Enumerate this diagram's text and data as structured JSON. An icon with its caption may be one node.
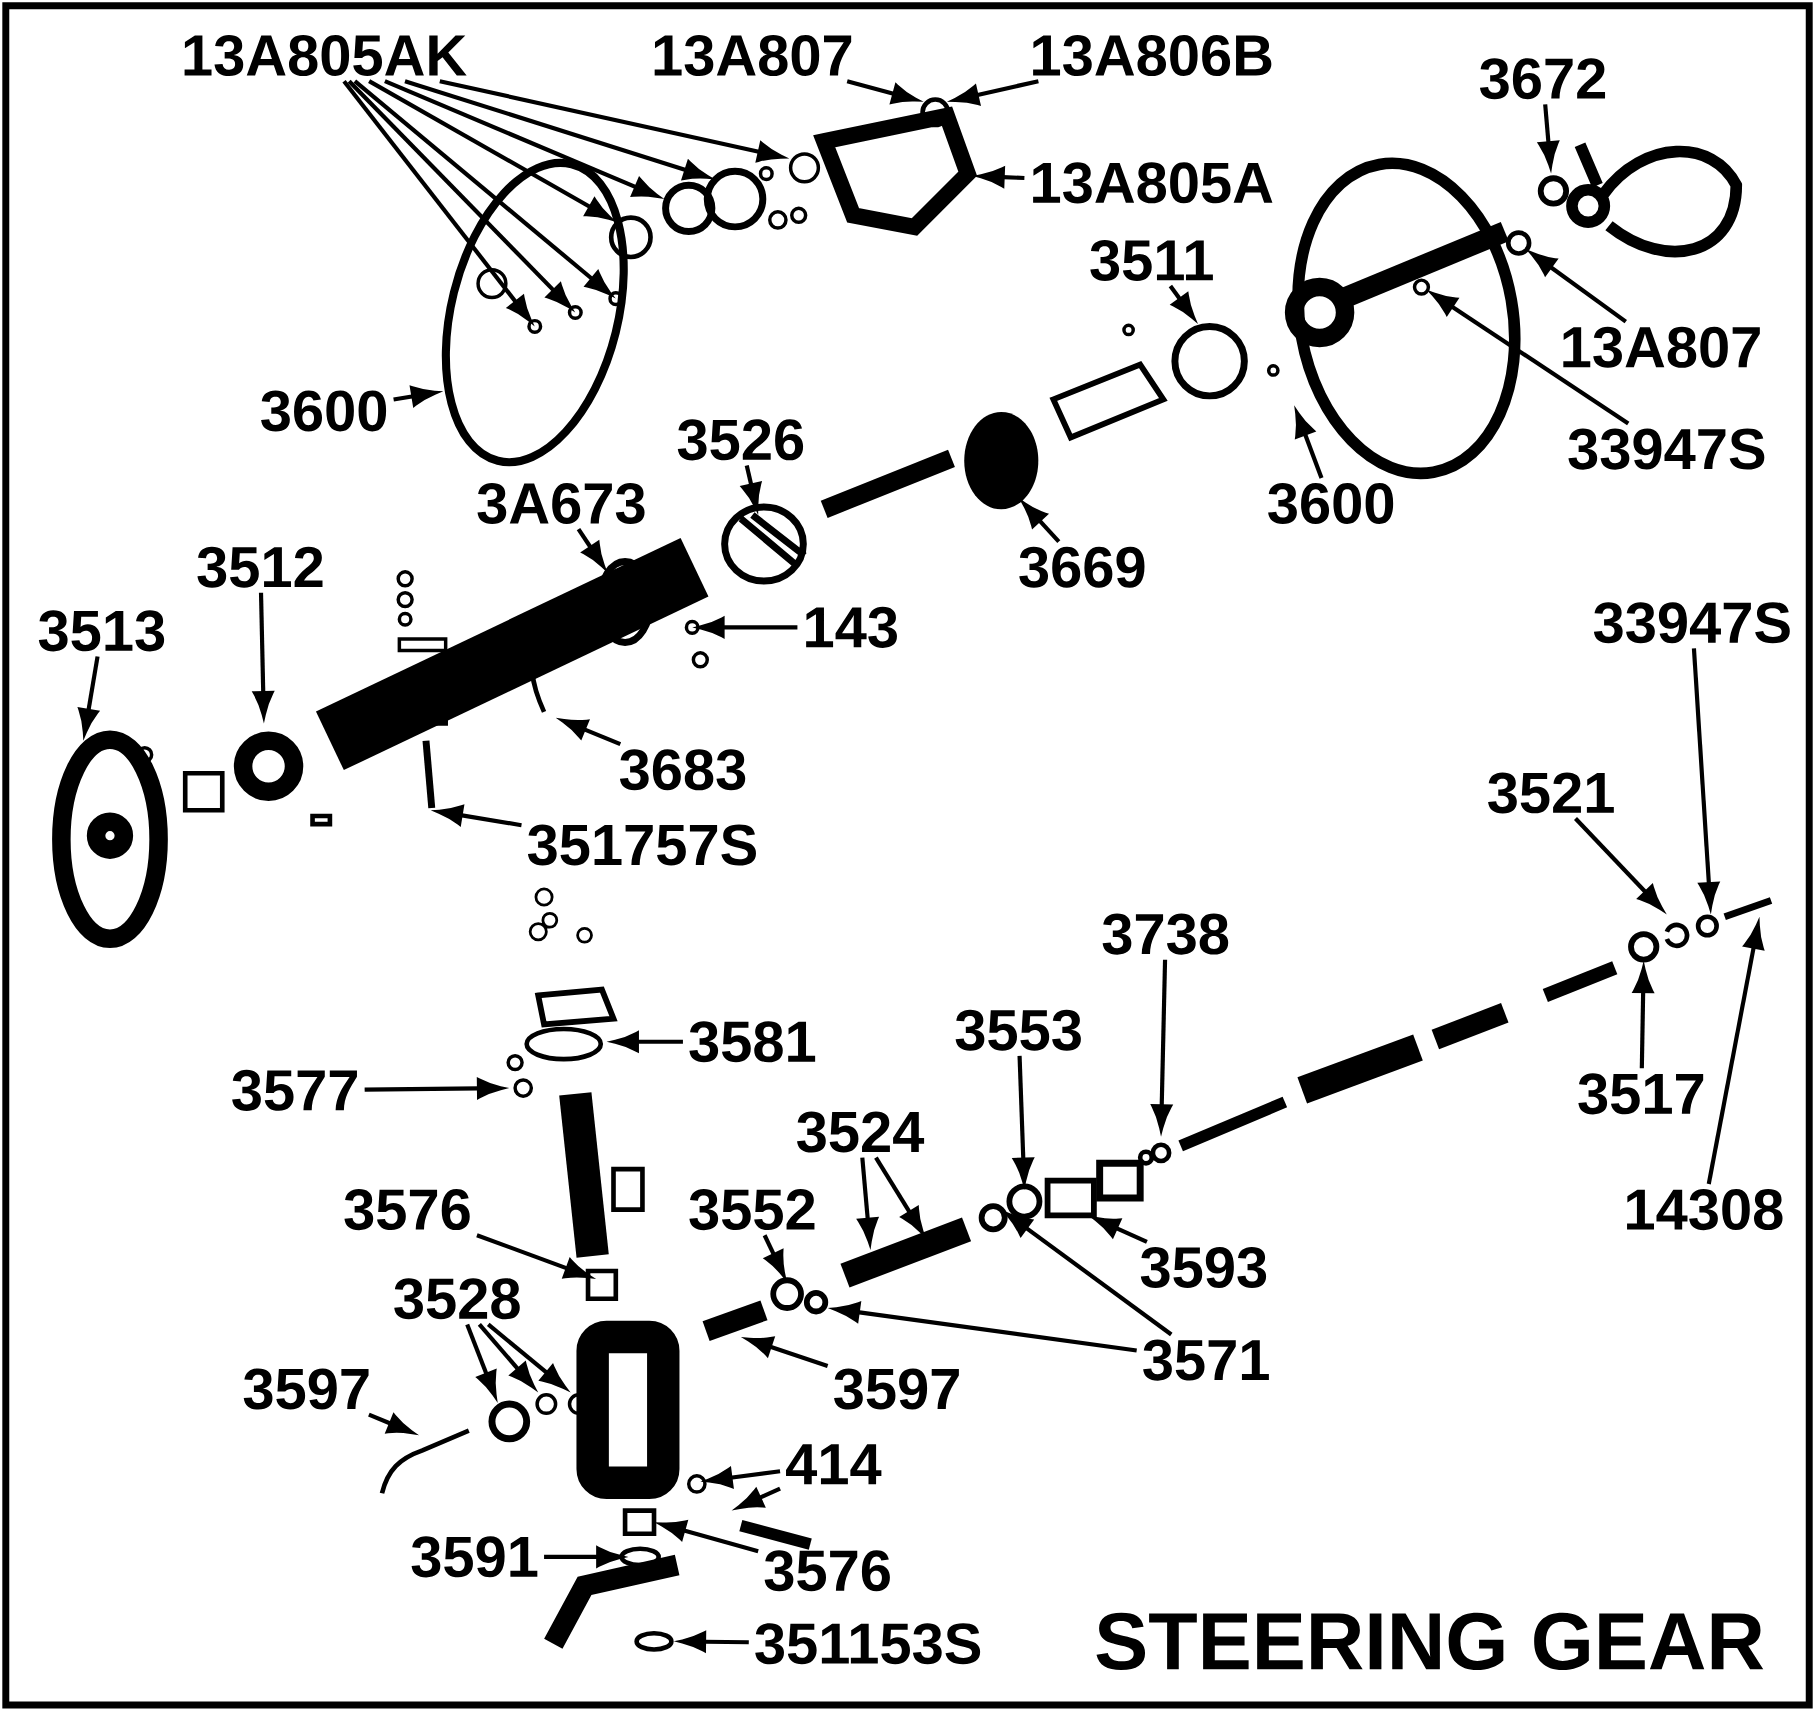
{
  "diagram": {
    "title": "STEERING GEAR",
    "nodes": [
      {
        "text": [
          "13A805AK"
        ]
      },
      {
        "text": [
          "13A807"
        ]
      },
      {
        "text": [
          "13A806B"
        ]
      },
      {
        "text": [
          "13A805A"
        ]
      },
      {
        "text": [
          "3672"
        ]
      },
      {
        "text": [
          "3600"
        ]
      },
      {
        "text": [
          "3511"
        ]
      },
      {
        "text": [
          "13A807"
        ]
      },
      {
        "text": [
          "33947S"
        ]
      },
      {
        "text": [
          "3600"
        ]
      },
      {
        "text": [
          "3526"
        ]
      },
      {
        "text": [
          "3A673"
        ]
      },
      {
        "text": [
          "3669"
        ]
      },
      {
        "text": [
          "3512"
        ]
      },
      {
        "text": [
          "3513"
        ]
      },
      {
        "text": [
          "143"
        ]
      },
      {
        "text": [
          "3683"
        ]
      },
      {
        "text": [
          "351757S"
        ]
      },
      {
        "text": [
          "33947S"
        ]
      },
      {
        "text": [
          "3521"
        ]
      },
      {
        "text": [
          "3738"
        ]
      },
      {
        "text": [
          "3553"
        ]
      },
      {
        "text": [
          "3581"
        ]
      },
      {
        "text": [
          "3577"
        ]
      },
      {
        "text": [
          "3517"
        ]
      },
      {
        "text": [
          "14308"
        ]
      },
      {
        "text": [
          "3524"
        ]
      },
      {
        "text": [
          "3552"
        ]
      },
      {
        "text": [
          "3576"
        ]
      },
      {
        "text": [
          "3593"
        ]
      },
      {
        "text": [
          "3528"
        ]
      },
      {
        "text": [
          "3571"
        ]
      },
      {
        "text": [
          "3597"
        ]
      },
      {
        "text": [
          "3597"
        ]
      },
      {
        "text": [
          "414"
        ]
      },
      {
        "text": [
          "3591"
        ]
      },
      {
        "text": [
          "3576"
        ]
      },
      {
        "text": [
          "351153S"
        ]
      }
    ],
    "edges": [
      {
        "from": 0,
        "to": null,
        "arrow": "to"
      },
      {
        "from": 0,
        "to": null,
        "arrow": "to"
      },
      {
        "from": 0,
        "to": null,
        "arrow": "to"
      },
      {
        "from": 0,
        "to": null,
        "arrow": "to"
      },
      {
        "from": 0,
        "to": null,
        "arrow": "to"
      },
      {
        "from": 0,
        "to": null,
        "arrow": "to"
      },
      {
        "from": 0,
        "to": null,
        "arrow": "to"
      },
      {
        "from": 1,
        "to": null,
        "arrow": "to"
      },
      {
        "from": 2,
        "to": null,
        "arrow": "to"
      },
      {
        "from": 3,
        "to": null,
        "arrow": "to"
      },
      {
        "from": 4,
        "to": null,
        "arrow": "to"
      },
      {
        "from": 5,
        "to": null,
        "arrow": "to"
      },
      {
        "from": 6,
        "to": null,
        "arrow": "to"
      },
      {
        "from": 7,
        "to": null,
        "arrow": "to"
      },
      {
        "from": 8,
        "to": null,
        "arrow": "to"
      },
      {
        "from": 9,
        "to": null,
        "arrow": "to"
      },
      {
        "from": 10,
        "to": null,
        "arrow": "to"
      },
      {
        "from": 11,
        "to": null,
        "arrow": "to"
      },
      {
        "from": 12,
        "to": null,
        "arrow": "to"
      },
      {
        "from": 13,
        "to": null,
        "arrow": "to"
      },
      {
        "from": 14,
        "to": null,
        "arrow": "to"
      },
      {
        "from": 15,
        "to": null,
        "arrow": "to"
      },
      {
        "from": 16,
        "to": null,
        "arrow": "to"
      },
      {
        "from": 17,
        "to": null,
        "arrow": "to"
      },
      {
        "from": 18,
        "to": null,
        "arrow": "to"
      },
      {
        "from": 19,
        "to": null,
        "arrow": "to"
      },
      {
        "from": 20,
        "to": null,
        "arrow": "to"
      },
      {
        "from": 21,
        "to": null,
        "arrow": "to"
      },
      {
        "from": 22,
        "to": null,
        "arrow": "to"
      },
      {
        "from": 23,
        "to": null,
        "arrow": "to"
      },
      {
        "from": 24,
        "to": null,
        "arrow": "to"
      },
      {
        "from": 25,
        "to": null,
        "arrow": "to"
      },
      {
        "from": 26,
        "to": null,
        "arrow": "to"
      },
      {
        "from": 26,
        "to": null,
        "arrow": "to"
      },
      {
        "from": 27,
        "to": null,
        "arrow": "to"
      },
      {
        "from": 28,
        "to": null,
        "arrow": "to"
      },
      {
        "from": 29,
        "to": null,
        "arrow": "to"
      },
      {
        "from": 30,
        "to": null,
        "arrow": "to"
      },
      {
        "from": 30,
        "to": null,
        "arrow": "to"
      },
      {
        "from": 30,
        "to": null,
        "arrow": "to"
      },
      {
        "from": 31,
        "to": null,
        "arrow": "to"
      },
      {
        "from": 31,
        "to": null,
        "arrow": "to"
      },
      {
        "from": 32,
        "to": null,
        "arrow": "to"
      },
      {
        "from": 33,
        "to": null,
        "arrow": "to"
      },
      {
        "from": 34,
        "to": null,
        "arrow": "to"
      },
      {
        "from": 34,
        "to": null,
        "arrow": "to"
      },
      {
        "from": 35,
        "to": null,
        "arrow": "to"
      },
      {
        "from": 36,
        "to": null,
        "arrow": "to"
      },
      {
        "from": 37,
        "to": null,
        "arrow": "to"
      }
    ]
  }
}
